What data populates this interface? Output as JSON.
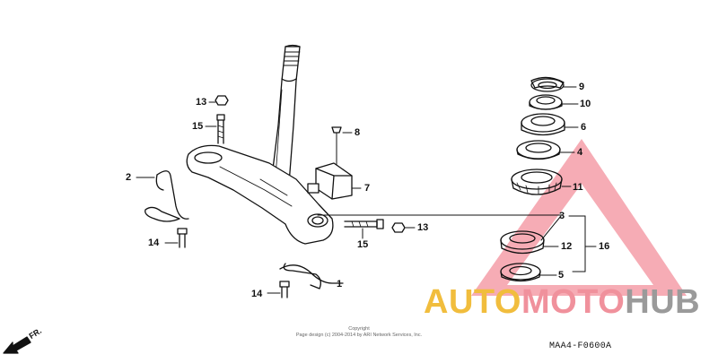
{
  "callouts": {
    "c1": "1",
    "c2": "2",
    "c3": "3",
    "c4": "4",
    "c5": "5",
    "c6": "6",
    "c7": "7",
    "c8": "8",
    "c9": "9",
    "c10": "10",
    "c11": "11",
    "c12": "12",
    "c16": "16",
    "c13a": "13",
    "c13b": "13",
    "c14a": "14",
    "c14b": "14",
    "c15a": "15",
    "c15b": "15"
  },
  "direction_label": "FR.",
  "copyright": {
    "line1": "Copyright",
    "line2": "Page design (c) 2004-2014 by ARI Network Services, Inc."
  },
  "diagram_code": "MAA4-F0600A",
  "watermark": {
    "part1": "AUTO",
    "part2": "MOTO",
    "part3": "HUB"
  }
}
